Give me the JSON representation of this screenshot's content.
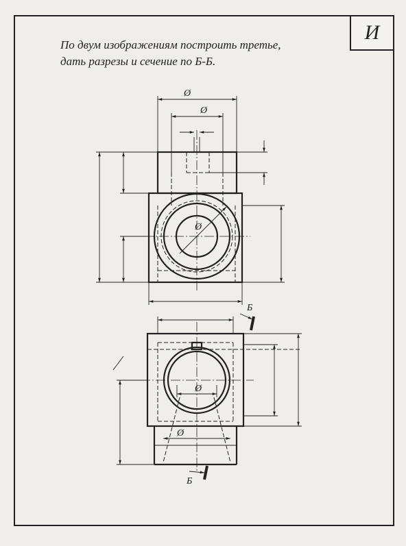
{
  "task": {
    "letter": "И",
    "instruction_line1": "По двум изображениям построить третье,",
    "instruction_line2": "дать разрезы и сечение по Б-Б."
  },
  "drawing": {
    "dia_symbol": "Ø",
    "section_label": "Б"
  }
}
